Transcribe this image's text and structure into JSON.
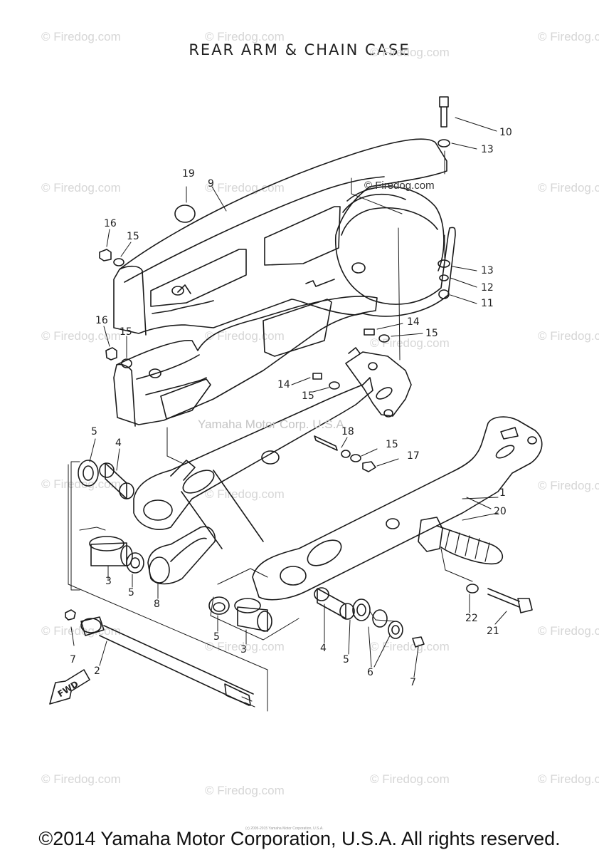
{
  "title": "REAR ARM & CHAIN CASE",
  "watermark_text": "© Firedog.com",
  "center_watermark": "Yamaha Motor Corp. U.S.A.",
  "diagram_watermark": "© Firedog.com",
  "fwd_label": "FWD",
  "tiny_credit": "(c) 2005-2015 Yamaha Motor Corporation, U.S.A.",
  "copyright": "©2014 Yamaha Motor Corporation, U.S.A. All rights reserved.",
  "part_labels": [
    "1",
    "2",
    "3",
    "3",
    "4",
    "4",
    "5",
    "5",
    "5",
    "5",
    "6",
    "7",
    "7",
    "8",
    "9",
    "10",
    "11",
    "12",
    "13",
    "13",
    "14",
    "14",
    "15",
    "15",
    "15",
    "15",
    "15",
    "16",
    "16",
    "17",
    "18",
    "19",
    "20",
    "21",
    "22"
  ]
}
